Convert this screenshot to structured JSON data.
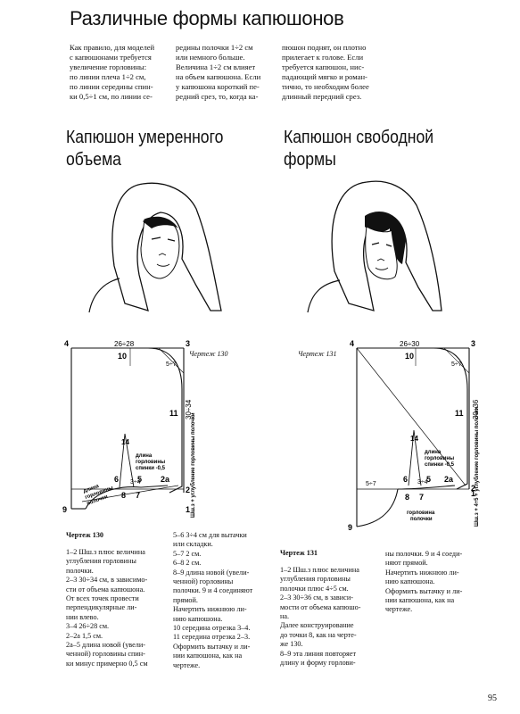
{
  "page": {
    "title": "Различные формы капюшонов",
    "page_number": "95"
  },
  "intro": {
    "col1": "Как правило, для моделей\nс капюшонами требуется\nувеличение горловины:\nпо линии плеча 1÷2 см,\nпо линии середины спин-\nки 0,5÷1 см, по линии се-",
    "col2": "редины полочки 1÷2 см\nили немного больше.\nВеличина 1÷2 см влияет\nна объем капюшона. Если\nу капюшона короткий пе-\nредний срез, то, когда ка-",
    "col3": "пюшон поднят, он плотно\nприлегает к голове. Если\nтребуется капюшон, нис-\nпадающий мягко и роман-\nтично, то необходим более\nдлинный передний срез."
  },
  "sections": {
    "left_title": "Капюшон умеренного\nобъема",
    "right_title": "Капюшон свободной\nформы"
  },
  "drawings": {
    "left": {
      "caption": "Чертеж 130",
      "top_measure": "26÷28",
      "side_measure": "30÷34",
      "diag": "5÷7",
      "neck_label": "длина\nгорловины\nспинки -0,5",
      "front_label": "длина\nгорловины\nполочки",
      "shoulder_label": "Шш.з\n+ углубление горловины\nполочки",
      "small_measure": "3÷4",
      "pts": [
        "1",
        "2",
        "3",
        "4",
        "5",
        "6",
        "7",
        "8",
        "9",
        "10",
        "11",
        "14"
      ]
    },
    "right": {
      "caption": "Чертеж 131",
      "top_measure": "26÷30",
      "side_measure": "30÷36",
      "diag": "5÷7",
      "small_measure": "5÷7",
      "small_measure2": "3÷4",
      "neck_label": "длина\nгорловины\nспинки -0,5",
      "front_label": "горловина\nполочки",
      "shoulder_label": "Шш.з + 4÷5\n+ углубление горловины\nполочки",
      "pts": [
        "1",
        "2",
        "3",
        "4",
        "5",
        "6",
        "7",
        "8",
        "9",
        "10",
        "11",
        "14"
      ]
    }
  },
  "left_text": {
    "heading": "Чертеж 130",
    "col1": "1–2 Шш.з плюс величина\nуглубления горловины\nполочки.\n2–3 30÷34 см, в зависимо-\nсти от объема капюшона.\nОт всех точек провести\nперпендикулярные ли-\nнии влево.\n3–4 26÷28 см.\n2–2а 1,5 см.\n2а–5 длина новой (увели-\nченной) горловины спин-\nки минус примерно 0,5 см",
    "col2": "5–6 3÷4 см для вытачки\nили складки.\n5–7 2 см.\n6–8 2 см.\n8–9 длина новой (увели-\nченной) горловины\nполочки. 9 и 4 соединяют\nпрямой.\nНачертить нижнюю ли-\nнию капюшона.\n10 середина отрезка 3–4.\n11 середина отрезка 2–3.\nОформить вытачку и ли-\nнии капюшона, как на\nчертеже."
  },
  "right_text": {
    "heading": "Чертеж 131",
    "col1": "1–2 Шш.з плюс величина\nуглубления горловины\nполочки плюс 4÷5 см.\n2–3 30÷36 см, в зависи-\nмости от объема капюшо-\nна.\nДалее конструирование\nдо точки 8, как на черте-\nже 130.\n8–9 эта линия повторяет\nдлину и форму горлови-",
    "col2": "ны полочки. 9 и 4 соеди-\nняют прямой.\nНачертить нижнюю ли-\nнию капюшона.\nОформить вытачку и ли-\nнии капюшона, как на\nчертеже."
  }
}
